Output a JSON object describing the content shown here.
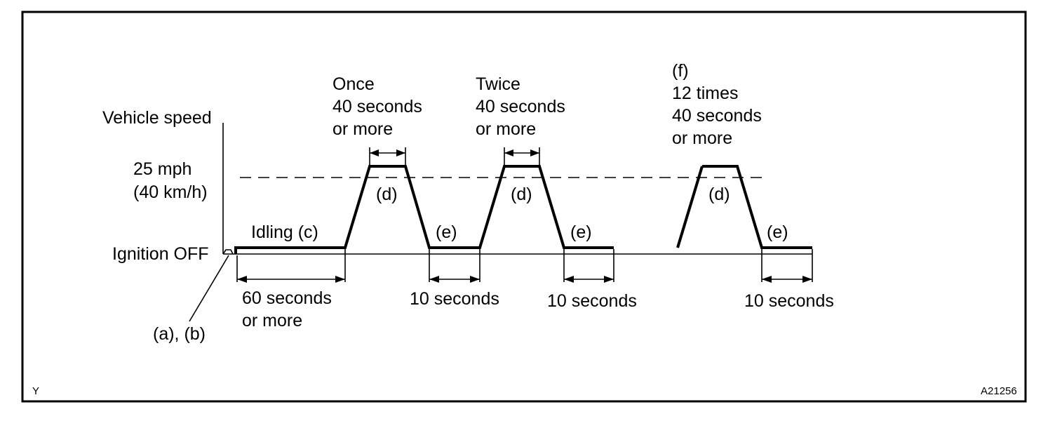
{
  "axis": {
    "y_label": "Vehicle speed",
    "speed_line_1": "25 mph",
    "speed_line_2": "(40 km/h)",
    "baseline_label": "Ignition OFF"
  },
  "pointer_label": "(a), (b)",
  "idle": {
    "label": "Idling (c)",
    "duration_line_1": "60 seconds",
    "duration_line_2": "or more"
  },
  "cycles": [
    {
      "title": "Once",
      "hold_line_1": "40 seconds",
      "hold_line_2": "or more",
      "hold_marker": "(d)",
      "rest_marker": "(e)",
      "rest_duration": "10 seconds"
    },
    {
      "title": "Twice",
      "hold_line_1": "40 seconds",
      "hold_line_2": "or more",
      "hold_marker": "(d)",
      "rest_marker": "(e)",
      "rest_duration": "10 seconds"
    },
    {
      "title_prefix": "(f)",
      "title": "12 times",
      "hold_line_1": "40 seconds",
      "hold_line_2": "or more",
      "hold_marker": "(d)",
      "rest_marker": "(e)",
      "rest_duration": "10 seconds"
    }
  ],
  "corner_left": "Y",
  "corner_right": "A21256"
}
